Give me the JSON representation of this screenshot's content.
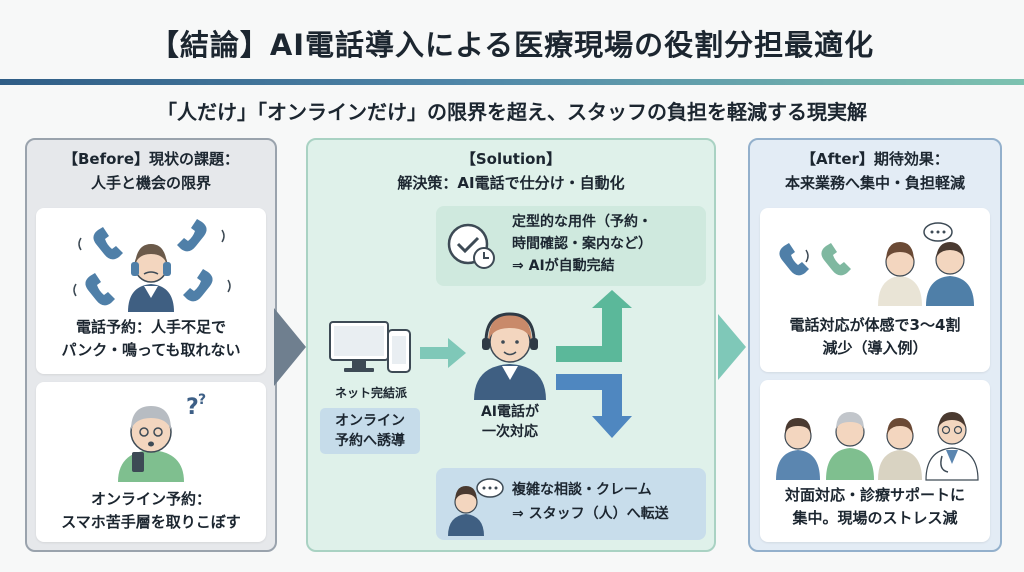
{
  "title": "【結論】AI電話導入による医療現場の役割分担最適化",
  "subtitle": "「人だけ」「オンラインだけ」の限界を超え、スタッフの負担を軽減する現実解",
  "before": {
    "head1": "【Before】現状の課題：",
    "head2": "人手と機会の限界",
    "card1_line1": "電話予約：人手不足で",
    "card1_line2": "パンク・鳴っても取れない",
    "card2_line1": "オンライン予約：",
    "card2_line2": "スマホ苦手層を取りこぼす"
  },
  "solution": {
    "head1": "【Solution】",
    "head2": "解決策：AI電話で仕分け・自動化",
    "device_label": "ネット完結派",
    "online_tag_line1": "オンライン",
    "online_tag_line2": "予約へ誘導",
    "ai_line1": "AI電話が",
    "ai_line2": "一次対応",
    "auto_line1": "定型的な用件（予約・",
    "auto_line2": "時間確認・案内など）",
    "auto_line3": "⇒ AIが自動完結",
    "staff_line1": "複雑な相談・クレーム",
    "staff_line2": "⇒ スタッフ（人）へ転送"
  },
  "after": {
    "head1": "【After】期待効果：",
    "head2": "本来業務へ集中・負担軽減",
    "card1_line1": "電話対応が体感で3～4割",
    "card1_line2": "減少（導入例）",
    "card2_line1": "対面対応・診療サポートに",
    "card2_line2": "集中。現場のストレス減"
  },
  "colors": {
    "before_panel": "#e6e8eb",
    "solution_panel": "#dff1ea",
    "after_panel": "#e3ecf5",
    "arrow_gray": "#6f7f8f",
    "arrow_teal": "#7fc8b8",
    "arrow_green": "#5bb89a",
    "arrow_blue": "#4f87c0"
  }
}
